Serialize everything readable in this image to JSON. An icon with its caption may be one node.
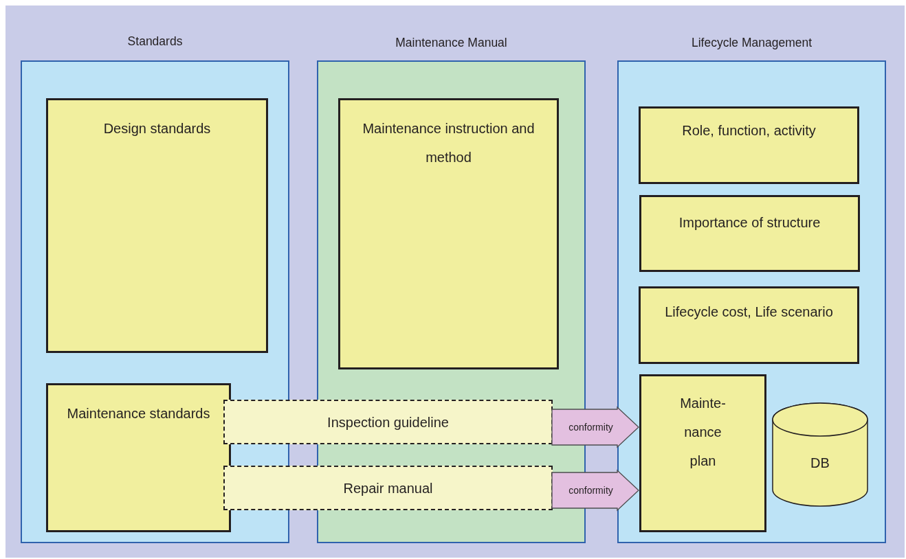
{
  "diagram": {
    "nodes": [
      {
        "text": [
          "Standards"
        ]
      },
      {
        "text": [
          "Design standards"
        ],
        "in": 0
      },
      {
        "text": [
          "Maintenance standards"
        ],
        "in": 0
      },
      {
        "text": [
          "Maintenance Manual"
        ]
      },
      {
        "text": [
          "Maintenance instruction and method"
        ],
        "in": 3
      },
      {
        "text": [
          "Inspection guideline"
        ]
      },
      {
        "text": [
          "Repair manual"
        ]
      },
      {
        "text": [
          "Lifecycle Management"
        ]
      },
      {
        "text": [
          "Role, function, activity"
        ],
        "in": 7
      },
      {
        "text": [
          "Importance of structure"
        ],
        "in": 7
      },
      {
        "text": [
          "Lifecycle cost, Life scenario"
        ],
        "in": 7
      },
      {
        "text": [
          "Mainte- nance plan"
        ],
        "in": 7
      },
      {
        "text": [
          "DB"
        ],
        "in": 7
      }
    ],
    "edges": [
      {
        "from": 5,
        "to": 11,
        "arrow": "to",
        "label": "conformity",
        "style": "thick"
      },
      {
        "from": 6,
        "to": 11,
        "arrow": "to",
        "label": "conformity",
        "style": "thick"
      }
    ]
  }
}
